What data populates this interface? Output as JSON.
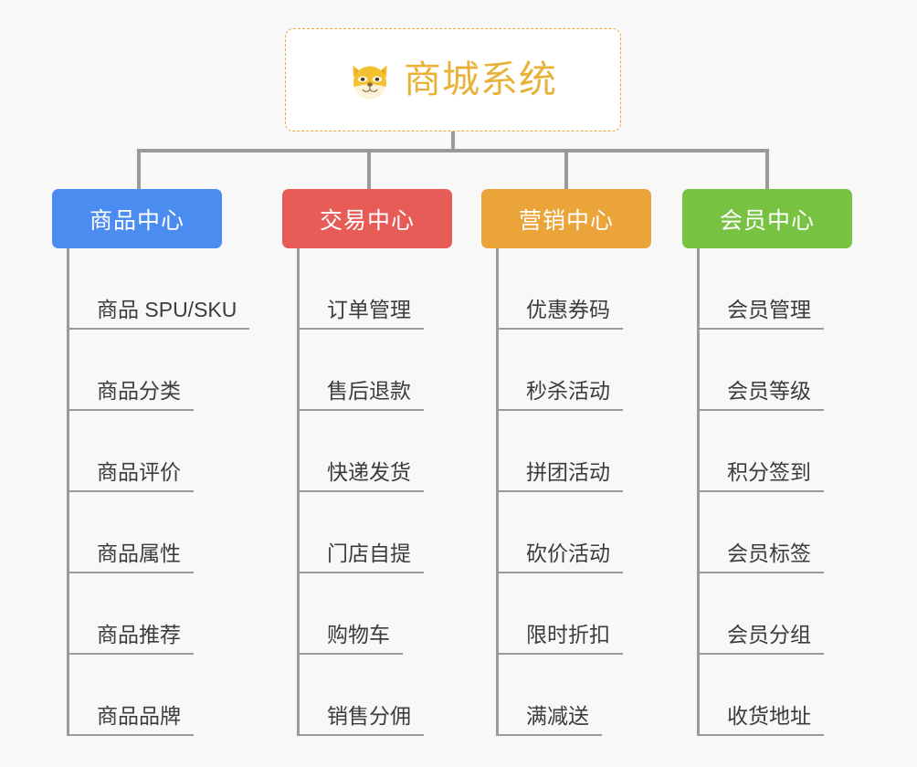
{
  "page": {
    "background_color": "#f8f8f8",
    "line_color": "#9a9a9a",
    "text_color": "#3c3c3c"
  },
  "root": {
    "title": "商城系统",
    "icon": "shiba-dog-face-icon",
    "title_color": "#e8b23a",
    "border_color": "#e8a93c",
    "background_color": "#ffffff"
  },
  "columns": [
    {
      "id": "product-center",
      "label": "商品中心",
      "color": "#4a8cf0",
      "items": [
        "商品 SPU/SKU",
        "商品分类",
        "商品评价",
        "商品属性",
        "商品推荐",
        "商品品牌"
      ]
    },
    {
      "id": "trade-center",
      "label": "交易中心",
      "color": "#e75c57",
      "items": [
        "订单管理",
        "售后退款",
        "快递发货",
        "门店自提",
        "购物车",
        "销售分佣"
      ]
    },
    {
      "id": "marketing-center",
      "label": "营销中心",
      "color": "#eaa43a",
      "items": [
        "优惠券码",
        "秒杀活动",
        "拼团活动",
        "砍价活动",
        "限时折扣",
        "满减送"
      ]
    },
    {
      "id": "member-center",
      "label": "会员中心",
      "color": "#77c241",
      "items": [
        "会员管理",
        "会员等级",
        "积分签到",
        "会员标签",
        "会员分组",
        "收货地址"
      ]
    }
  ]
}
